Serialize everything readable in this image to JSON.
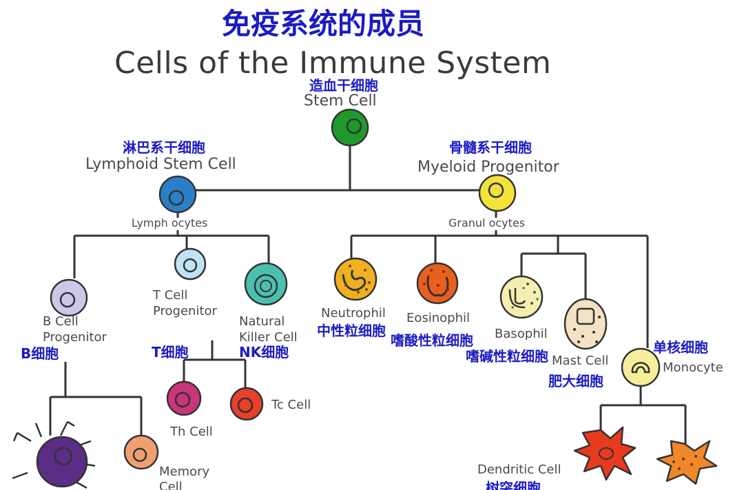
{
  "title_zh": "免疫系统的成员",
  "title_en": "Cells of the Immune System",
  "stem": {
    "zh": "造血干细胞",
    "en": "Stem Cell"
  },
  "lymphoid": {
    "zh": "淋巴系干细胞",
    "en": "Lymphoid Stem Cell"
  },
  "myeloid": {
    "zh": "骨髓系干细胞",
    "en": "Myeloid Progenitor"
  },
  "lymphocytes": "Lymph ocytes",
  "granulocytes": "Granul ocytes",
  "bcell_prog": {
    "en_line1": "B Cell",
    "en_line2": "Progenitor",
    "zh": "B细胞"
  },
  "tcell_prog": {
    "en_line1": "T Cell",
    "en_line2": "Progenitor",
    "zh": "T细胞"
  },
  "nk": {
    "en_line1": "Natural",
    "en_line2": "Killer Cell",
    "zh": "NK细胞"
  },
  "th": {
    "en": "Th Cell"
  },
  "tc": {
    "en": "Tc Cell"
  },
  "memory": {
    "en_line1": "Memory",
    "en_line2": "Cell"
  },
  "neutrophil": {
    "en": "Neutrophil",
    "zh": "中性粒细胞"
  },
  "eosinophil": {
    "en": "Eosinophil",
    "zh": "嗜酸性粒细胞"
  },
  "basophil": {
    "en": "Basophil",
    "zh": "嗜碱性粒细胞"
  },
  "mast": {
    "en": "Mast Cell",
    "zh": "肥大细胞"
  },
  "monocyte": {
    "en": "Monocyte",
    "zh": "单核细胞"
  },
  "dendritic": {
    "en": "Dendritic Cell",
    "zh": "树突细胞"
  },
  "colors": {
    "label_zh": "#1b1bc4",
    "line": "#333333",
    "stem": "#1e9a2a",
    "lymphoid": "#2b7fc6",
    "myeloid": "#f2e23a",
    "bcell": "#cfc7e8",
    "tcell": "#bfe3f3",
    "nk": "#4cc0b0",
    "th": "#c8357a",
    "tc": "#e8402a",
    "memory": "#f0a070",
    "plasma": "#5a2d86",
    "neutrophil": "#f0b020",
    "eosinophil": "#e8601e",
    "basophil": "#f3efb0",
    "mast": "#f3e2c4",
    "monocyte": "#f6ee9a",
    "dendritic1": "#e83a1e",
    "dendritic2": "#f0872a"
  }
}
